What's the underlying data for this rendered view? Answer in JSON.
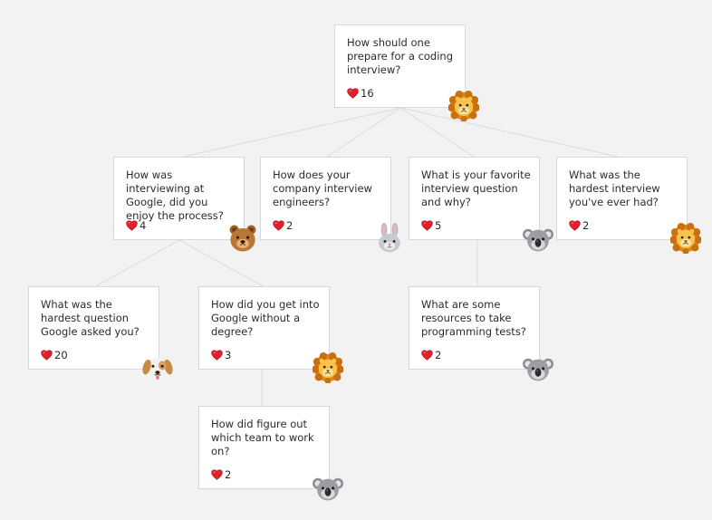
{
  "colors": {
    "background": "#f2f2f2",
    "card": "#ffffff",
    "border": "#d8d8d8",
    "connector": "#dcdcdc",
    "heart": "#e0202a"
  },
  "nodes": {
    "root": {
      "question": "How should one prepare for a coding interview?",
      "likes": "16",
      "avatar": "lion-icon"
    },
    "google": {
      "question": "How was interviewing at Google, did you enjoy the process?",
      "likes": "4",
      "avatar": "bear-icon"
    },
    "company": {
      "question": "How does your company interview engineers?",
      "likes": "2",
      "avatar": "rabbit-icon"
    },
    "favorite": {
      "question": "What is your favorite interview question and why?",
      "likes": "5",
      "avatar": "koala-icon"
    },
    "hardest": {
      "question": "What was the hardest interview you've ever had?",
      "likes": "2",
      "avatar": "lion-icon"
    },
    "hardest_google": {
      "question": "What was the hardest question Google asked you?",
      "likes": "20",
      "avatar": "dog-icon"
    },
    "no_degree": {
      "question": "How did you get into Google without a degree?",
      "likes": "3",
      "avatar": "lion-icon"
    },
    "resources": {
      "question": "What are some resources to take programming tests?",
      "likes": "2",
      "avatar": "koala-icon"
    },
    "team": {
      "question": "How did figure out which team to work on?",
      "likes": "2",
      "avatar": "koala-icon"
    }
  }
}
